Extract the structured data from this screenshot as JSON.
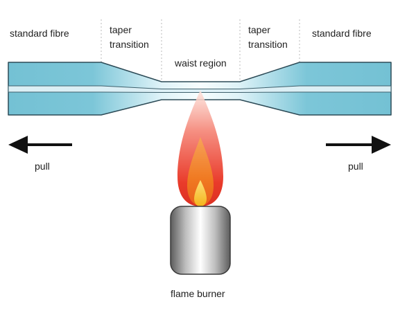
{
  "labels": {
    "standard_fibre_left": "standard fibre",
    "taper_left_line1": "taper",
    "taper_left_line2": "transition",
    "waist": "waist region",
    "taper_right_line1": "taper",
    "taper_right_line2": "transition",
    "standard_fibre_right": "standard fibre",
    "pull_left": "pull",
    "pull_right": "pull",
    "flame_burner": "flame burner"
  },
  "colors": {
    "fibre_fill": "#7cc6d8",
    "fibre_outline": "#2c4a56",
    "core_fill": "#dceff5",
    "waist_highlight": "#f2fbfd",
    "divider": "#b8b8b8",
    "flame_outer": "#e53a2c",
    "flame_middle": "#f07a22",
    "flame_inner": "#f6c21d",
    "burner_metal": "#9a9a9a",
    "arrow": "#111111"
  },
  "icons": {
    "left_arrow": "arrow-left-icon",
    "right_arrow": "arrow-right-icon",
    "flame": "flame-icon",
    "burner": "burner-icon"
  }
}
